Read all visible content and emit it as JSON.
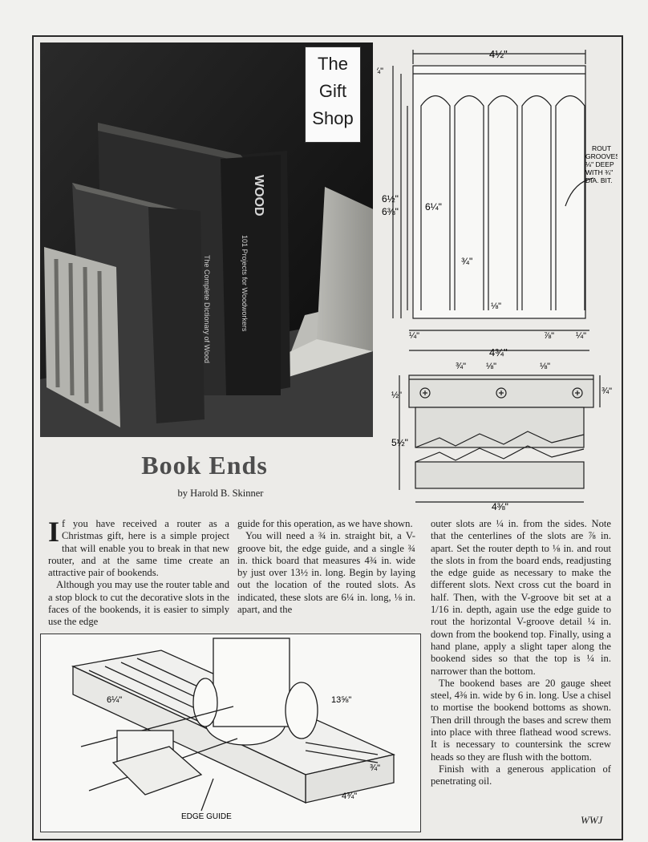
{
  "photo_label": [
    "The",
    "Gift",
    "Shop"
  ],
  "photo_book_spines": [
    "WOOD",
    "101 Projects for Woodworkers",
    "The Complete Dictionary of Wood"
  ],
  "title": "Book Ends",
  "byline": "by Harold B. Skinner",
  "article": {
    "dropcap": "I",
    "col1_p1": "f you have received a router as a Christmas gift, here is a simple project that will enable you to break in that new router, and at the same time create an attractive pair of bookends.",
    "col1_p2": "Although you may use the router table and a stop block to cut the decorative slots in the faces of the bookends, it is easier to simply use the edge",
    "col2_p1": "guide for this operation, as we have shown.",
    "col2_p2": "You will need a ¾ in. straight bit, a V-groove bit, the edge guide, and a single ¾ in. thick board that measures 4¾ in. wide by just over 13½ in. long. Begin by laying out the location of the routed slots. As indicated, these slots are 6¼ in. long, ⅛ in. apart, and the",
    "col3_p1": "outer slots are ¼ in. from the sides. Note that the centerlines of the slots are ⅞ in. apart. Set the router depth to ⅛ in. and rout the slots in from the board ends, readjusting the edge guide as necessary to make the different slots. Next cross cut the board in half. Then, with the V-groove bit set at a 1/16 in. depth, again use the edge guide to rout the horizontal V-groove detail ¼ in. down from the bookend top. Finally, using a hand plane, apply a slight taper along the bookend sides so that the top is ¼ in. narrower than the bottom.",
    "col3_p2": "The bookend bases are 20 gauge sheet steel, 4⅜ in. wide by 6 in. long. Use a chisel to mortise the bookend bottoms as shown. Then drill through the bases and screw them into place with three flathead wood screws. It is necessary to countersink the screw heads so they are flush with the bottom.",
    "col3_p3": "Finish with a generous application of penetrating oil."
  },
  "initials": "WWJ",
  "diagram_front": {
    "top_width": "4½\"",
    "bottom_width": "4¾\"",
    "top_band": "¼\"",
    "overall_height": "6½\"",
    "inner_height": "6⅜\"",
    "slot_length": "6¼\"",
    "slot_width": "¾\"",
    "slot_gap": "⅛\"",
    "slot_centers": "⅞\"",
    "edge_left": "¼\"",
    "edge_right": "¼\"",
    "note": [
      "ROUT",
      "GROOVES",
      "⅛\" DEEP",
      "WITH ¾\"",
      "DIA. BIT."
    ]
  },
  "diagram_base": {
    "dim_a": "¾\"",
    "dim_b": "⅛\"",
    "dim_c": "⅛\"",
    "left_h": "½\"",
    "right_h": "¾\"",
    "height": "5½\"",
    "width": "4⅜\""
  },
  "illustration": {
    "dim_slot": "6¼\"",
    "dim_length": "13⅝\"",
    "dim_thick": "¾\"",
    "dim_width": "4¾\"",
    "label": "EDGE GUIDE"
  }
}
